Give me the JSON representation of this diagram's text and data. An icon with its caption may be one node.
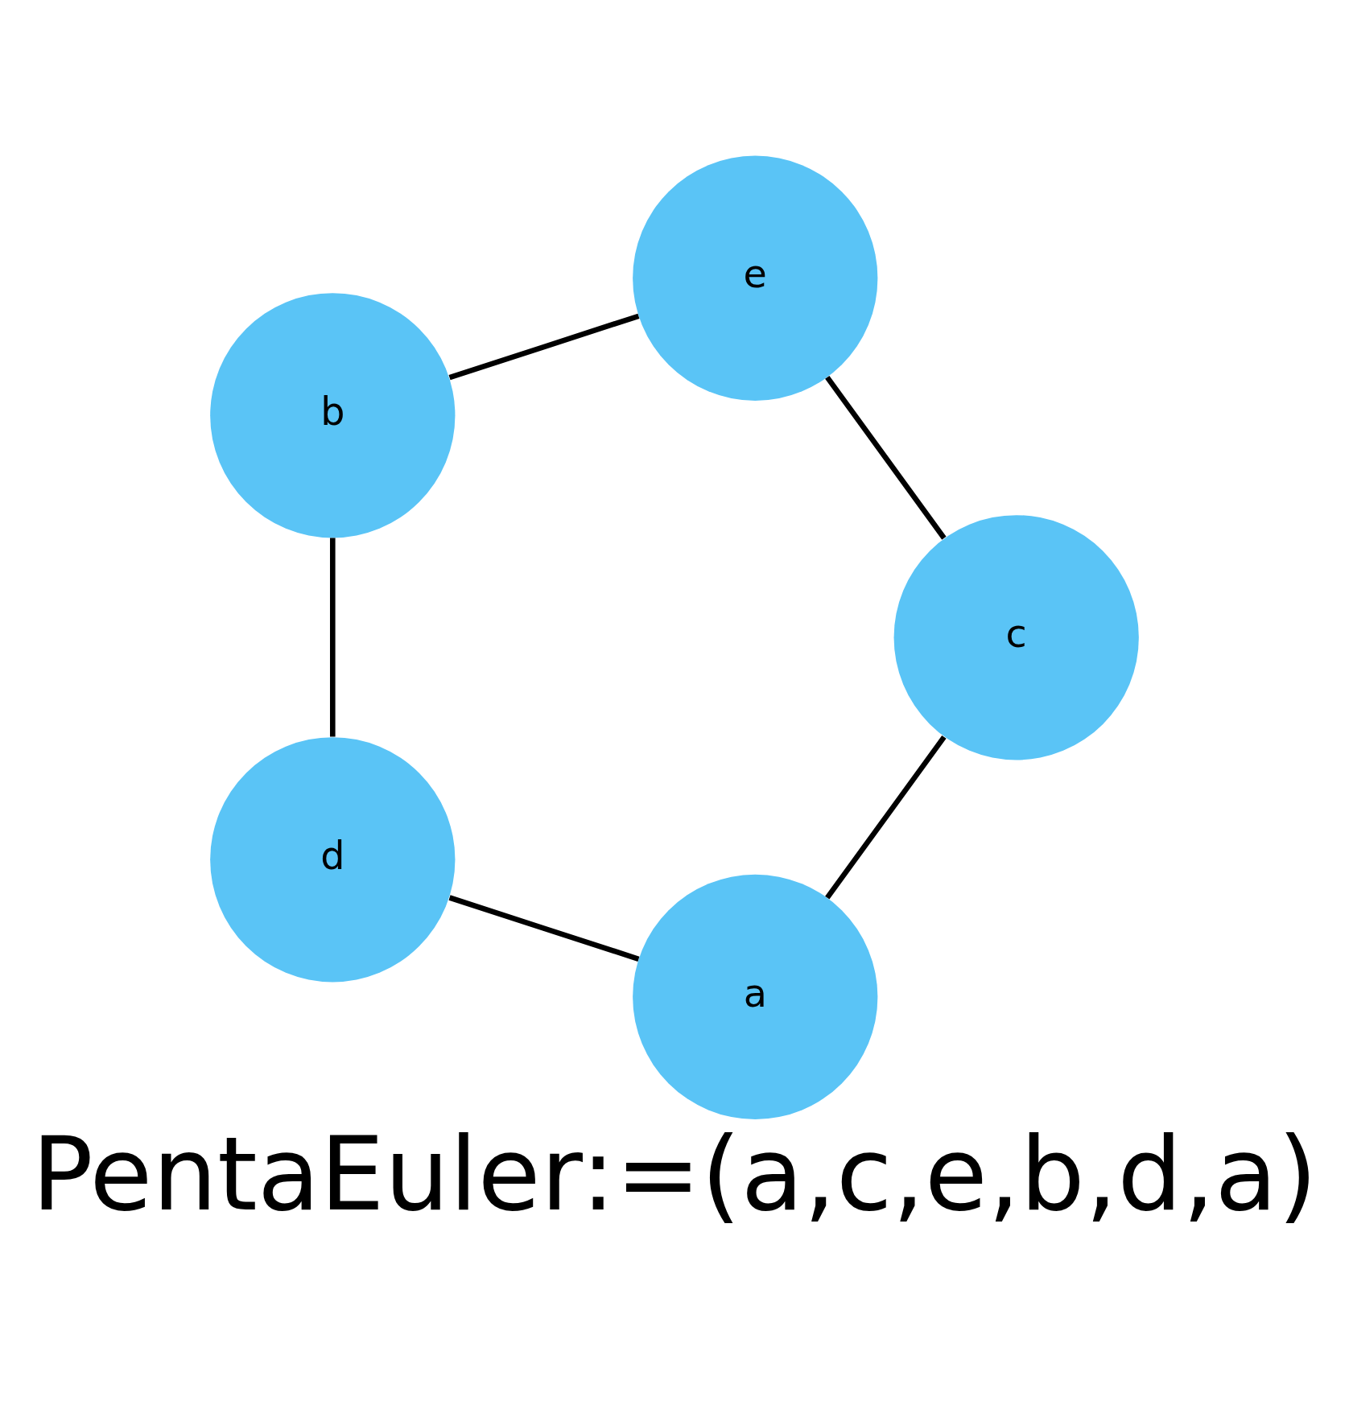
{
  "diagram": {
    "caption": "PentaEuler:=(a,c,e,b,d,a)",
    "nodes": [
      {
        "text": [
          "a"
        ]
      },
      {
        "text": [
          "e"
        ]
      },
      {
        "text": [
          "b"
        ]
      },
      {
        "text": [
          "d"
        ]
      },
      {
        "text": [
          "c"
        ]
      }
    ],
    "edges": [
      {
        "from": 0,
        "to": 4,
        "arrow": "none"
      },
      {
        "from": 0,
        "to": 3,
        "arrow": "none"
      },
      {
        "from": 1,
        "to": 2,
        "arrow": "none"
      },
      {
        "from": 1,
        "to": 4,
        "arrow": "none"
      },
      {
        "from": 2,
        "to": 3,
        "arrow": "none"
      }
    ]
  }
}
